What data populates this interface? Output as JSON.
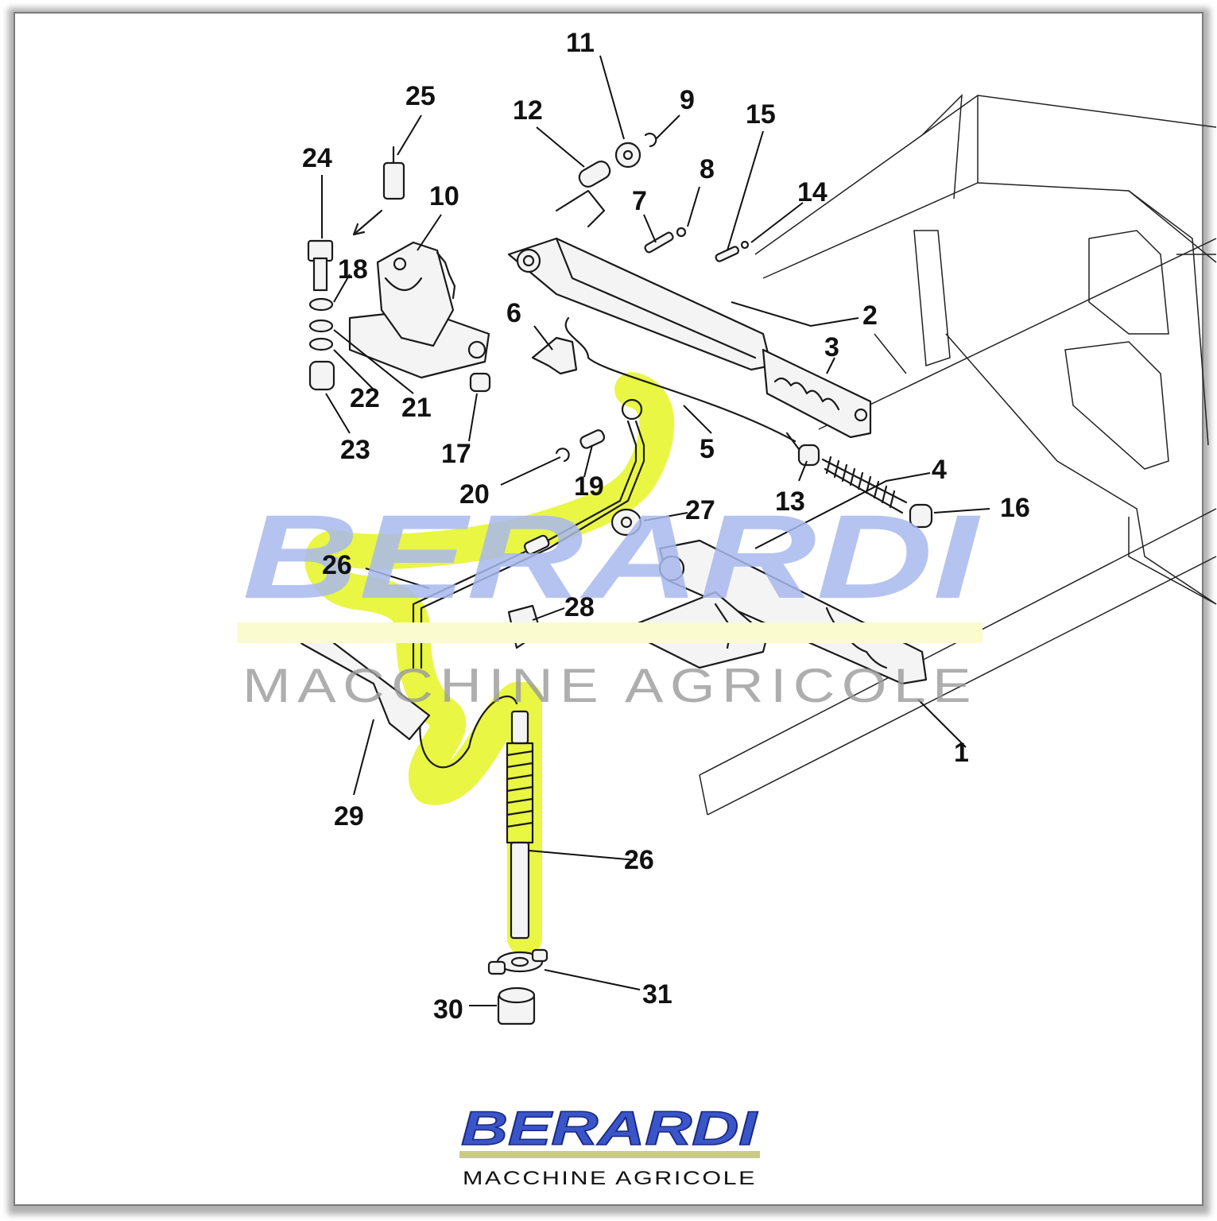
{
  "diagram": {
    "part_labels": [
      "1",
      "2",
      "3",
      "4",
      "5",
      "6",
      "7",
      "8",
      "9",
      "10",
      "11",
      "12",
      "13",
      "14",
      "15",
      "16",
      "17",
      "18",
      "19",
      "20",
      "21",
      "22",
      "23",
      "24",
      "25",
      "26",
      "26",
      "27",
      "28",
      "29",
      "30",
      "31"
    ],
    "highlight_color": "#e8f53a"
  },
  "watermark": {
    "brand": "BERARDI",
    "tagline": "MACCHINE AGRICOLE",
    "brand_color": "#a9b9ee",
    "bar_color": "#fafbcf",
    "tagline_color": "#9a9a9a"
  },
  "logo": {
    "brand": "BERARDI",
    "tagline": "MACCHINE AGRICOLE",
    "brand_color": "#3a55c8",
    "bar_color": "#c9c98a"
  }
}
